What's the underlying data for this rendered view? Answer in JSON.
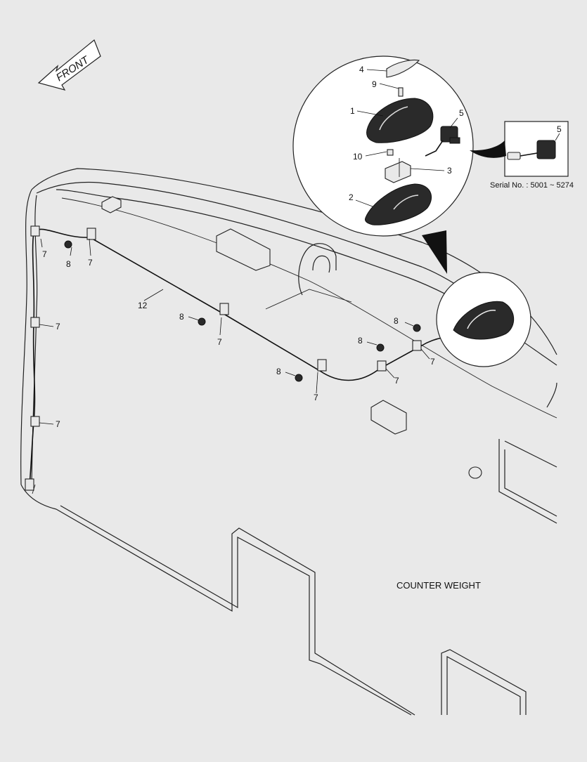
{
  "diagram": {
    "front_label": "FRONT",
    "serial_label": "Serial No. : 5001 ~ 5274",
    "component_label": "COUNTER WEIGHT",
    "callouts": {
      "c1": "1",
      "c2": "2",
      "c3": "3",
      "c4": "4",
      "c5": "5",
      "c5b": "5",
      "c9": "9",
      "c10": "10",
      "c12": "12",
      "c7a": "7",
      "c7b": "7",
      "c7c": "7",
      "c7d": "7",
      "c7e": "7",
      "c7f": "7",
      "c7g": "7",
      "c7h": "7",
      "c8a": "8",
      "c8b": "8",
      "c8c": "8",
      "c8d": "8",
      "c8e": "8"
    }
  }
}
